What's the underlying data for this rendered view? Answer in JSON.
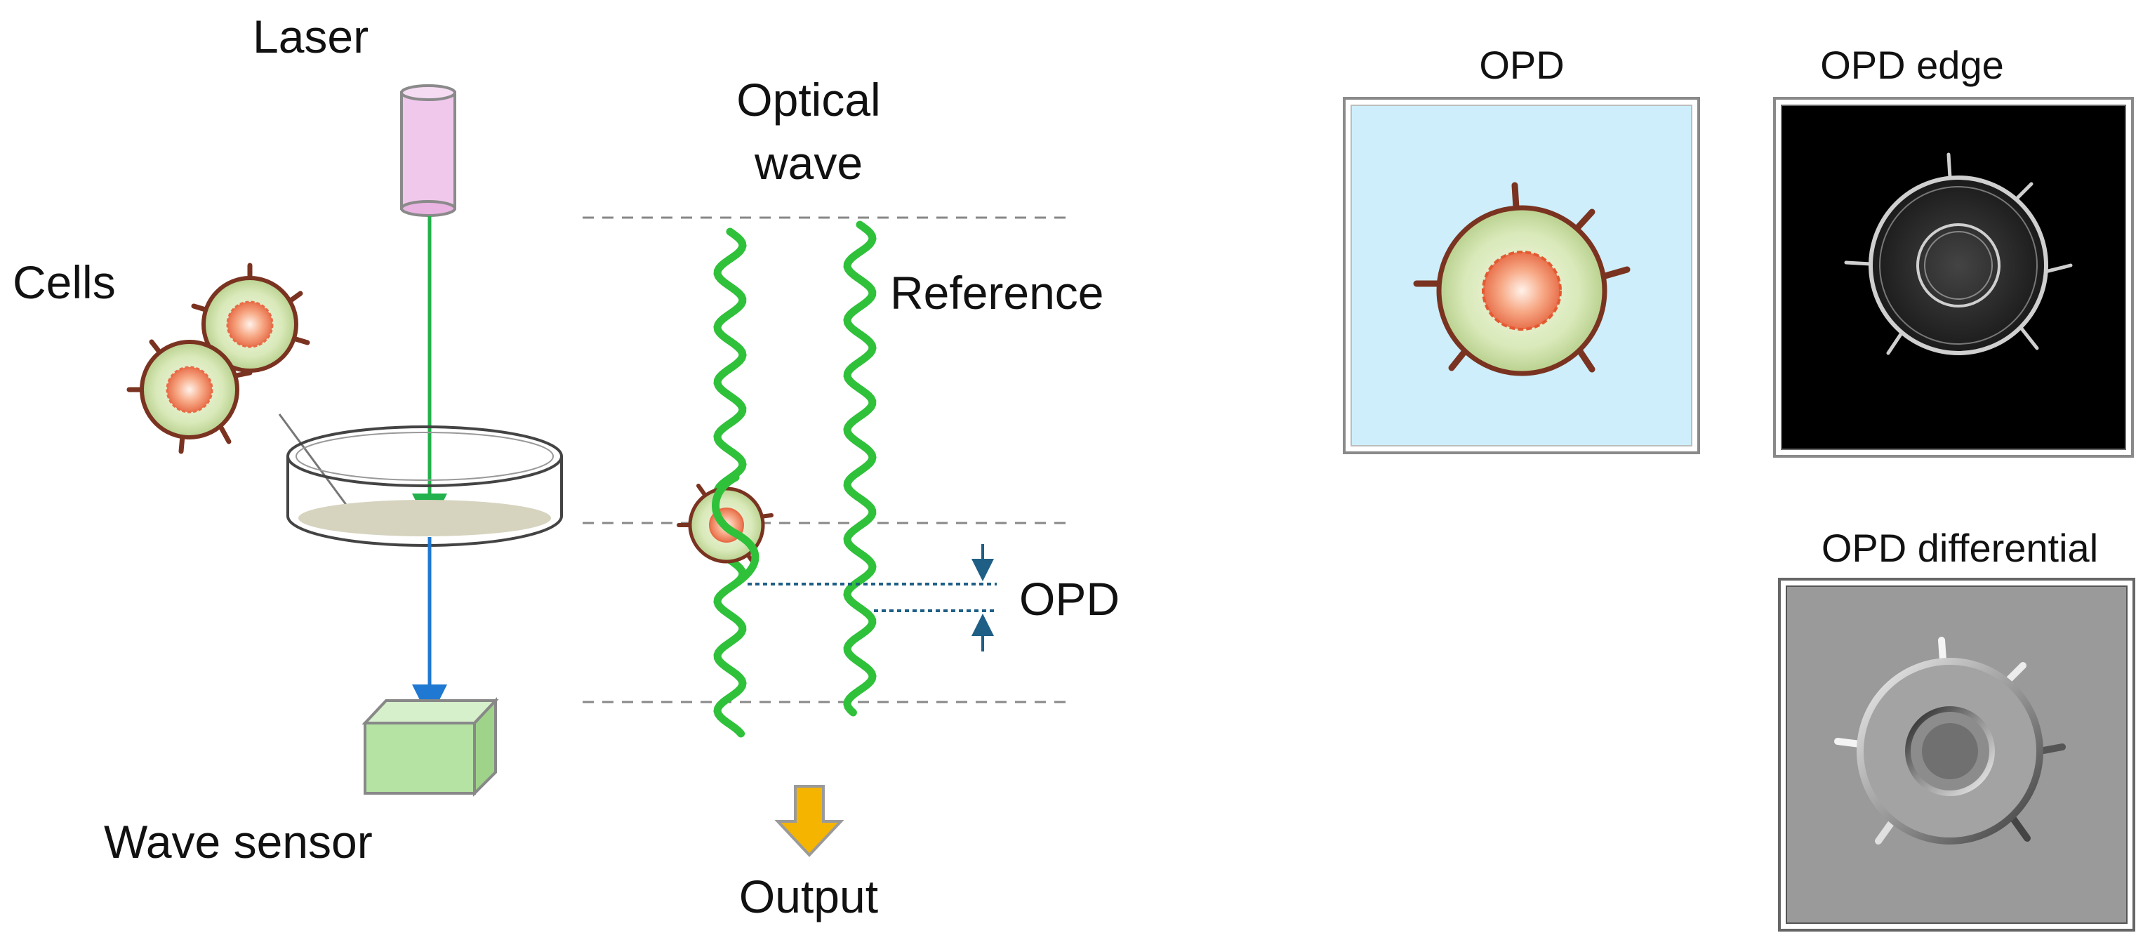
{
  "labels": {
    "laser": "Laser",
    "cells": "Cells",
    "wave_sensor": "Wave sensor",
    "optical_wave_line1": "Optical",
    "optical_wave_line2": "wave",
    "reference": "Reference",
    "opd": "OPD",
    "output": "Output"
  },
  "panels": {
    "opd": "OPD",
    "opd_edge": "OPD edge",
    "opd_differential": "OPD differential"
  },
  "colors": {
    "laser_body": "#f0c8ec",
    "laser_beam": "#22b14c",
    "transmitted_beam": "#1f78d1",
    "sensor": "#b5e3a3",
    "wave": "#2fc13a",
    "opd_marker": "#1f5f86",
    "output_arrow": "#f5b400",
    "cell_body": "#d7e8b5",
    "cell_outline": "#7a3320",
    "cell_nucleus": "#f28a6a",
    "opd_panel_bg": "#cdeefa",
    "edge_panel_bg": "#000000",
    "diff_panel_bg": "#9a9a9a"
  }
}
